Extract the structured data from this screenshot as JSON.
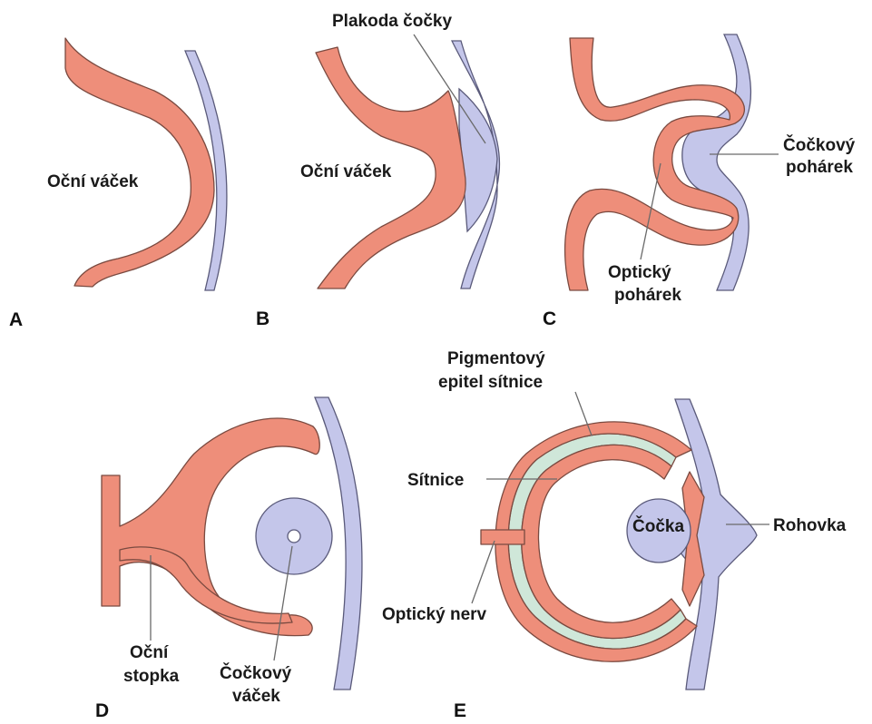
{
  "colors": {
    "neural_tissue": "#ee8e7a",
    "ectoderm": "#c4c6ea",
    "pigment_epithelium": "#cfe7d9",
    "outline": "#7a4a40",
    "leader_line": "#6a6a6a",
    "text": "#1a1a1a"
  },
  "panels": {
    "A": {
      "letter": "A",
      "labels": {
        "optic_vesicle": "Oční váček"
      }
    },
    "B": {
      "letter": "B",
      "labels": {
        "optic_vesicle": "Oční váček",
        "lens_placode": "Plakoda čočky"
      }
    },
    "C": {
      "letter": "C",
      "labels": {
        "lens_cup_1": "Čočkový",
        "lens_cup_2": "pohárek",
        "optic_cup_1": "Optický",
        "optic_cup_2": "pohárek"
      }
    },
    "D": {
      "letter": "D",
      "labels": {
        "optic_stalk_1": "Oční",
        "optic_stalk_2": "stopka",
        "lens_vesicle_1": "Čočkový",
        "lens_vesicle_2": "váček"
      }
    },
    "E": {
      "letter": "E",
      "labels": {
        "rpe_1": "Pigmentový",
        "rpe_2": "epitel sítnice",
        "retina": "Sítnice",
        "lens": "Čočka",
        "cornea": "Rohovka",
        "optic_nerve": "Optický nerv"
      }
    }
  }
}
